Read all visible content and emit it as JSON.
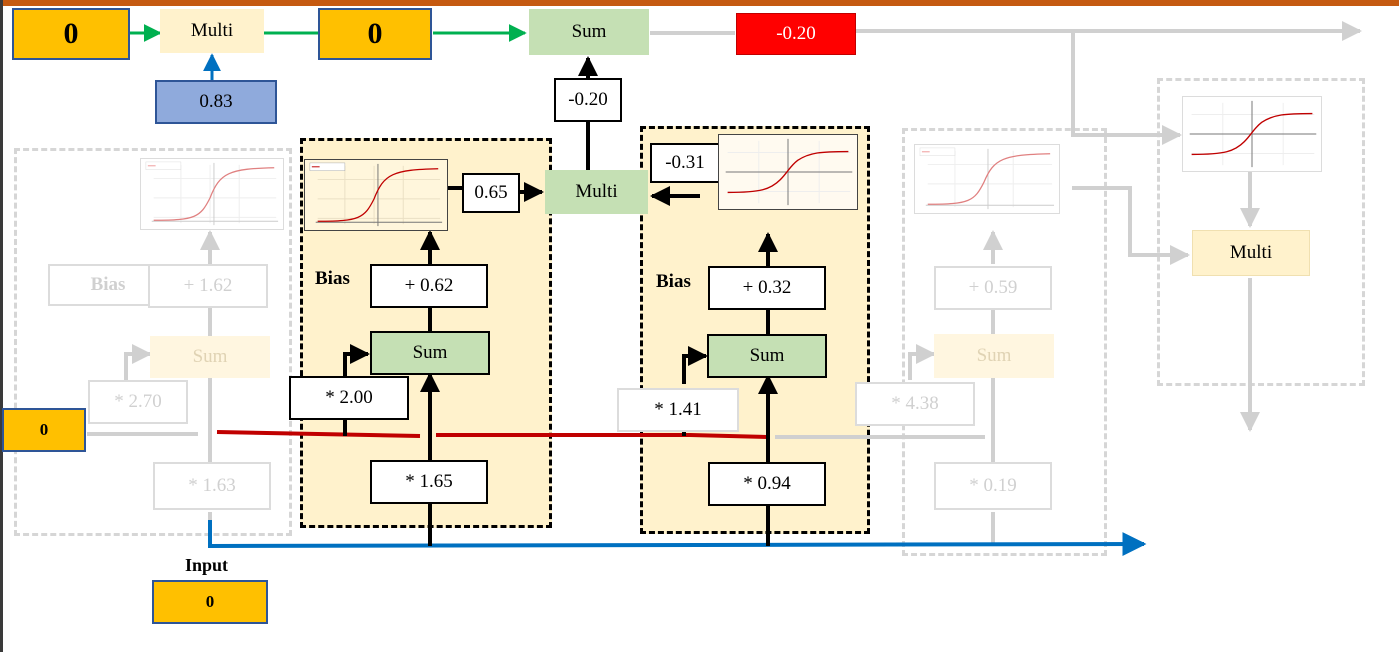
{
  "top_row": {
    "input_value": "0",
    "multi_label": "Multi",
    "product_value": "0",
    "sum_label": "Sum",
    "output_value": "-0.20"
  },
  "forget_gate": {
    "percent": "0.83",
    "bias_label": "Bias",
    "bias_value": "+ 1.62",
    "sum_label": "Sum",
    "short_weight": "* 2.70",
    "input_weight": "* 1.63"
  },
  "input_gate": {
    "bias_label": "Bias",
    "bias_value": "+ 0.62",
    "sum_label": "Sum",
    "short_weight": "* 2.00",
    "input_weight": "* 1.65",
    "sigmoid_output": "0.65"
  },
  "candidate": {
    "multi_label": "Multi",
    "multi_output": "-0.20",
    "tanh_output": "-0.31",
    "bias_label": "Bias",
    "bias_value": "+ 0.32",
    "sum_label": "Sum",
    "short_weight": "* 1.41",
    "input_weight": "* 0.94"
  },
  "output_gate": {
    "bias_value": "+ 0.59",
    "sum_label": "Sum",
    "short_weight": "* 4.38",
    "input_weight": "* 0.19",
    "multi_label": "Multi"
  },
  "short_term": {
    "value": "0"
  },
  "input": {
    "label": "Input",
    "value": "0"
  },
  "plots": {
    "sigmoid_legend": "sig(x) = 1/(1+e^-x)",
    "sigmoid_title": "sig(x)",
    "tanh_title": "tanh(x)"
  },
  "colors": {
    "accent_bar": "#c55a11",
    "long_term_path": "#00b050",
    "input_path": "#0070c0",
    "short_term_path": "#c00000",
    "panel_fill": "#fff2cc"
  }
}
